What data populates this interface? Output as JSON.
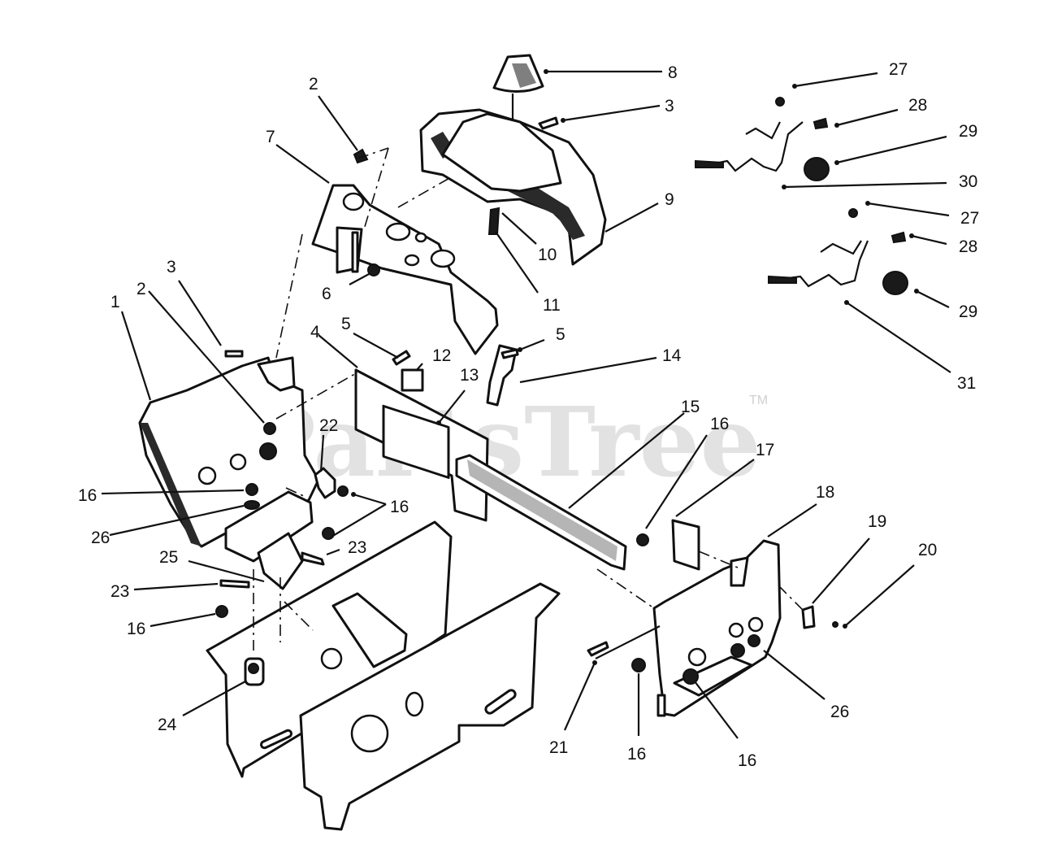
{
  "watermark": {
    "text": "PartsTree",
    "trademark": "TM"
  },
  "callouts": [
    {
      "id": "c8",
      "label": "8"
    },
    {
      "id": "c3a",
      "label": "3"
    },
    {
      "id": "c27a",
      "label": "27"
    },
    {
      "id": "c28a",
      "label": "28"
    },
    {
      "id": "c29a",
      "label": "29"
    },
    {
      "id": "c30",
      "label": "30"
    },
    {
      "id": "c9",
      "label": "9"
    },
    {
      "id": "c27b",
      "label": "27"
    },
    {
      "id": "c28b",
      "label": "28"
    },
    {
      "id": "c29b",
      "label": "29"
    },
    {
      "id": "c31",
      "label": "31"
    },
    {
      "id": "c2a",
      "label": "2"
    },
    {
      "id": "c7",
      "label": "7"
    },
    {
      "id": "c10",
      "label": "10"
    },
    {
      "id": "c11",
      "label": "11"
    },
    {
      "id": "c6",
      "label": "6"
    },
    {
      "id": "c3b",
      "label": "3"
    },
    {
      "id": "c1",
      "label": "1"
    },
    {
      "id": "c2b",
      "label": "2"
    },
    {
      "id": "c5a",
      "label": "5"
    },
    {
      "id": "c4",
      "label": "4"
    },
    {
      "id": "c12",
      "label": "12"
    },
    {
      "id": "c5b",
      "label": "5"
    },
    {
      "id": "c14",
      "label": "14"
    },
    {
      "id": "c13",
      "label": "13"
    },
    {
      "id": "c15",
      "label": "15"
    },
    {
      "id": "c16a",
      "label": "16"
    },
    {
      "id": "c17",
      "label": "17"
    },
    {
      "id": "c22",
      "label": "22"
    },
    {
      "id": "c16b",
      "label": "16"
    },
    {
      "id": "c26a",
      "label": "26"
    },
    {
      "id": "c16c",
      "label": "16"
    },
    {
      "id": "c23a",
      "label": "23"
    },
    {
      "id": "c25",
      "label": "25"
    },
    {
      "id": "c23b",
      "label": "23"
    },
    {
      "id": "c16d",
      "label": "16"
    },
    {
      "id": "c18",
      "label": "18"
    },
    {
      "id": "c19",
      "label": "19"
    },
    {
      "id": "c20",
      "label": "20"
    },
    {
      "id": "c24",
      "label": "24"
    },
    {
      "id": "c21",
      "label": "21"
    },
    {
      "id": "c16e",
      "label": "16"
    },
    {
      "id": "c16f",
      "label": "16"
    },
    {
      "id": "c26b",
      "label": "26"
    }
  ]
}
